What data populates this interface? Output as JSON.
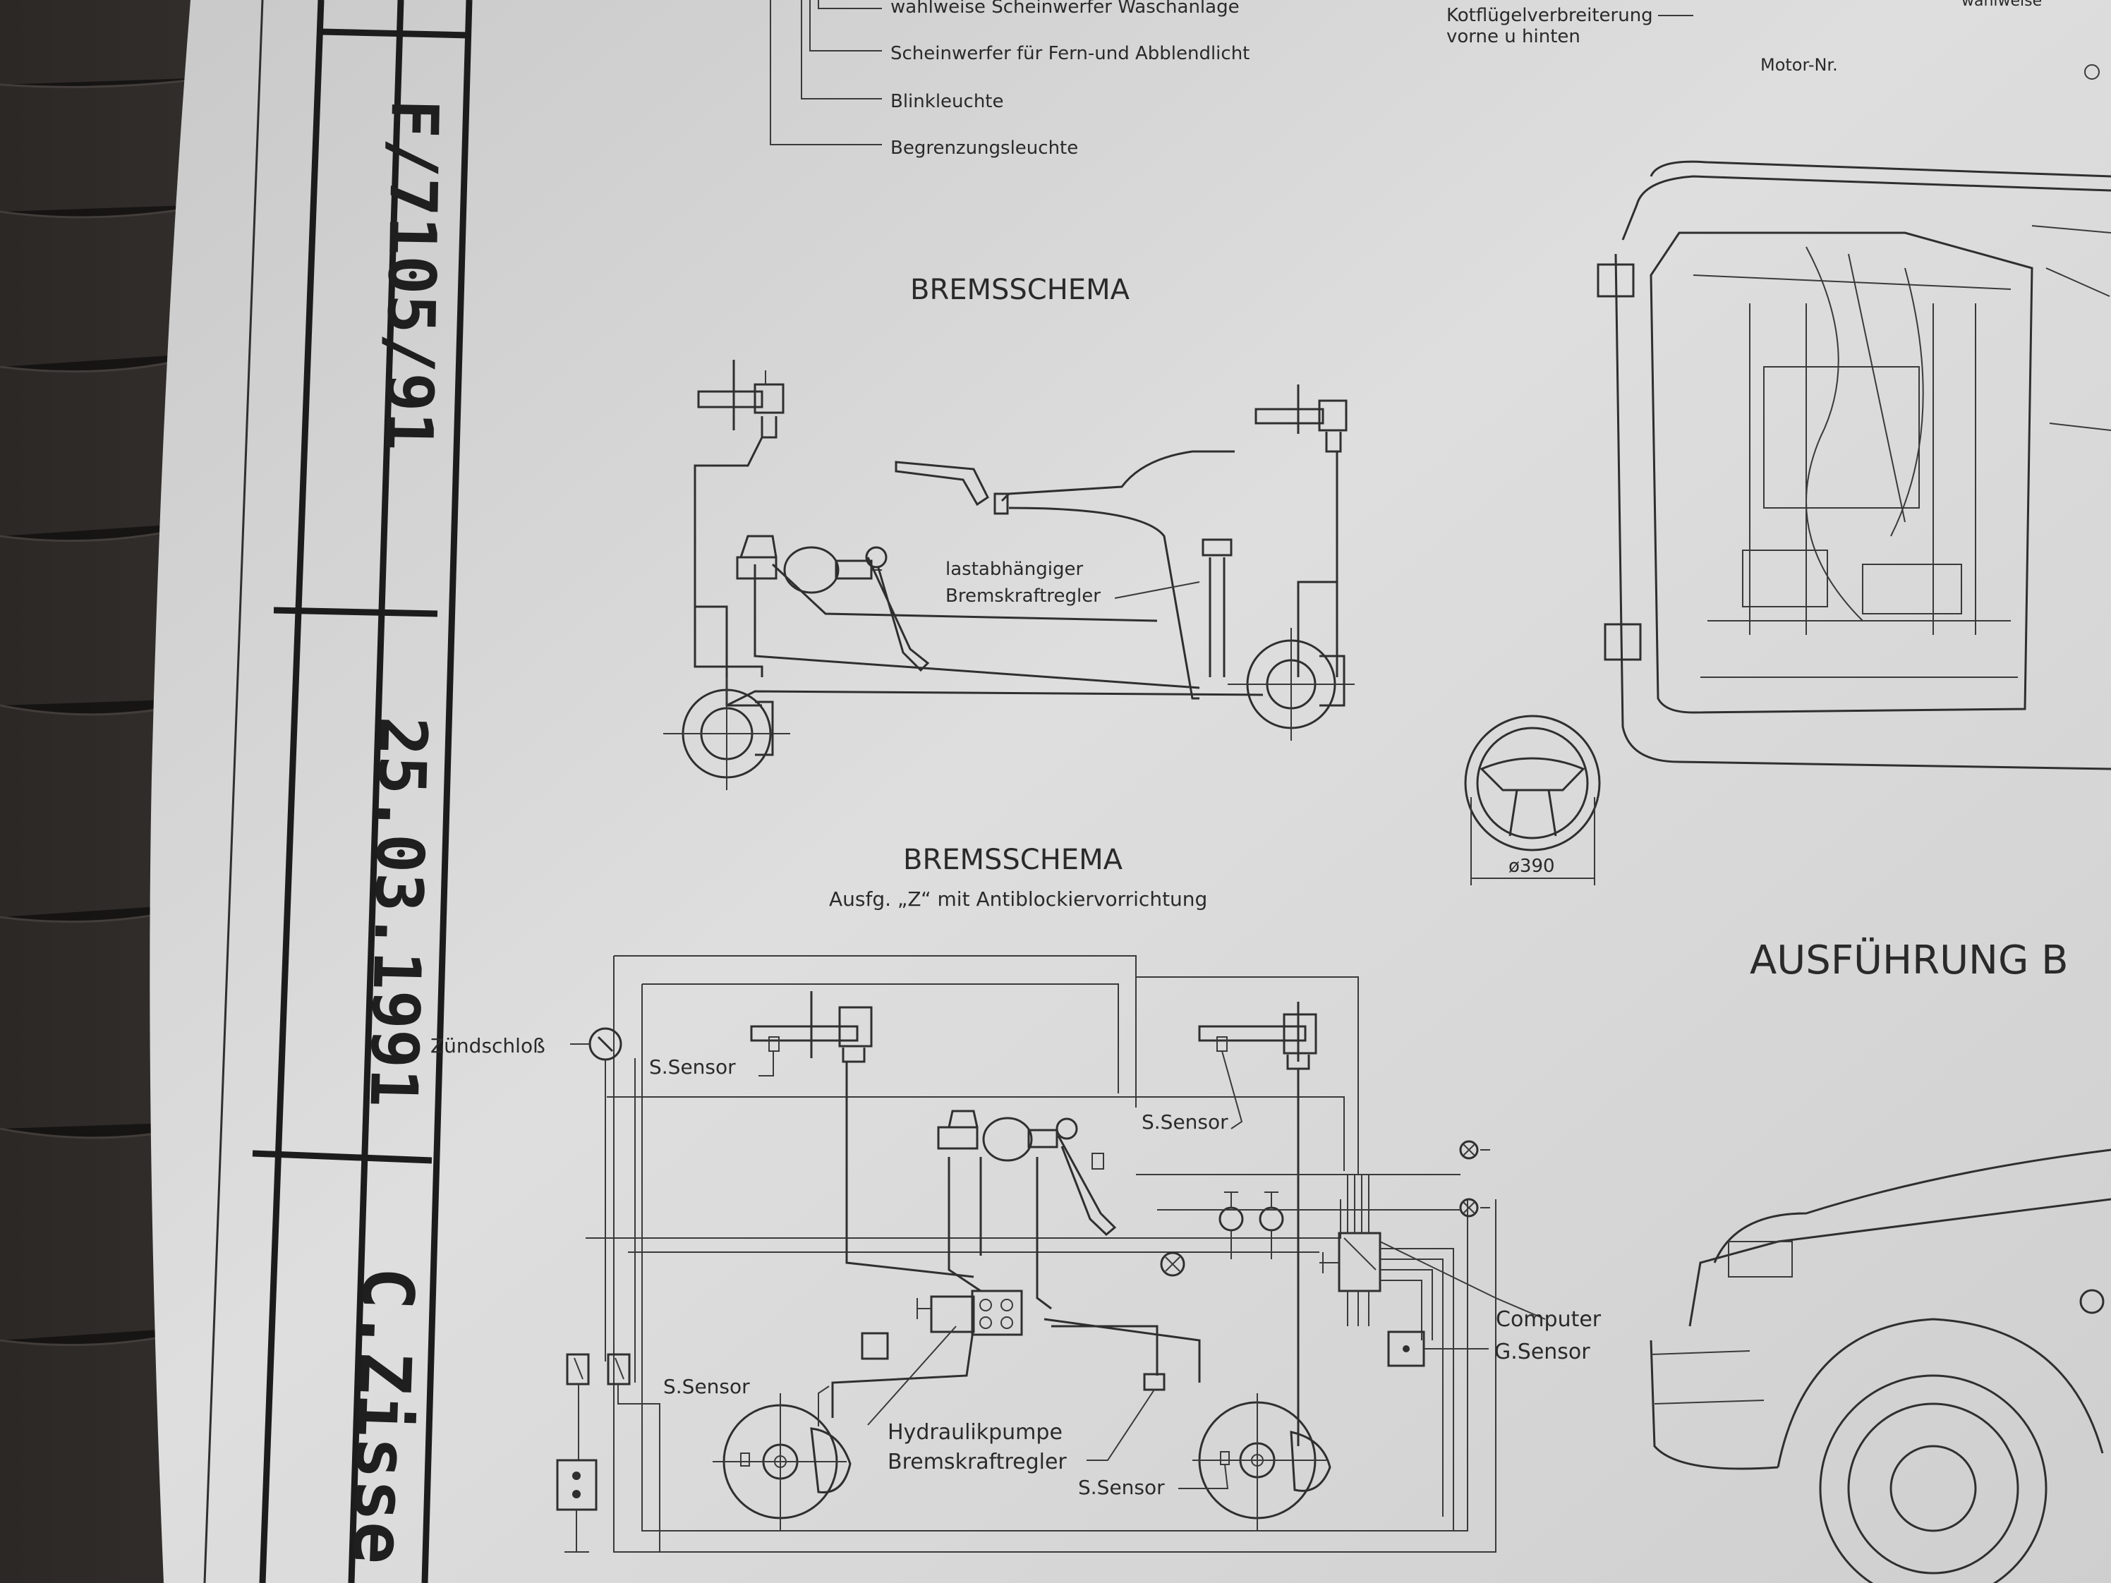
{
  "title_block": {
    "drawing_number": "F/7105/91",
    "date": "25.03.1991",
    "author": "C.Zisse"
  },
  "top_legend": [
    "wahlweise Scheinwerfer Waschanlage",
    "Scheinwerfer für Fern-und Abblendlicht",
    "Blinkleuchte",
    "Begrenzungsleuchte"
  ],
  "top_right_notes": {
    "fender": "Kotflügelverbreiterung",
    "fender_2": "vorne u hinten",
    "motor": "Motor-Nr.",
    "corner": "wahlweise"
  },
  "schema_1": {
    "title": "BREMSSCHEMA",
    "regulator_label_1": "lastabhängiger",
    "regulator_label_2": "Bremskraftregler"
  },
  "steering": {
    "diameter": "ø390"
  },
  "schema_2": {
    "title": "BREMSSCHEMA",
    "subtitle": "Ausfg. „Z“ mit Antiblockiervorrichtung",
    "ignition": "Zündschloß",
    "sensor_fl": "S.Sensor",
    "sensor_fr": "S.Sensor",
    "sensor_rl": "S.Sensor",
    "sensor_rr": "S.Sensor",
    "computer": "Computer",
    "g_sensor": "G.Sensor",
    "pump_1": "Hydraulikpumpe",
    "pump_2": "Bremskraftregler"
  },
  "version_heading": "AUSFÜHRUNG B"
}
